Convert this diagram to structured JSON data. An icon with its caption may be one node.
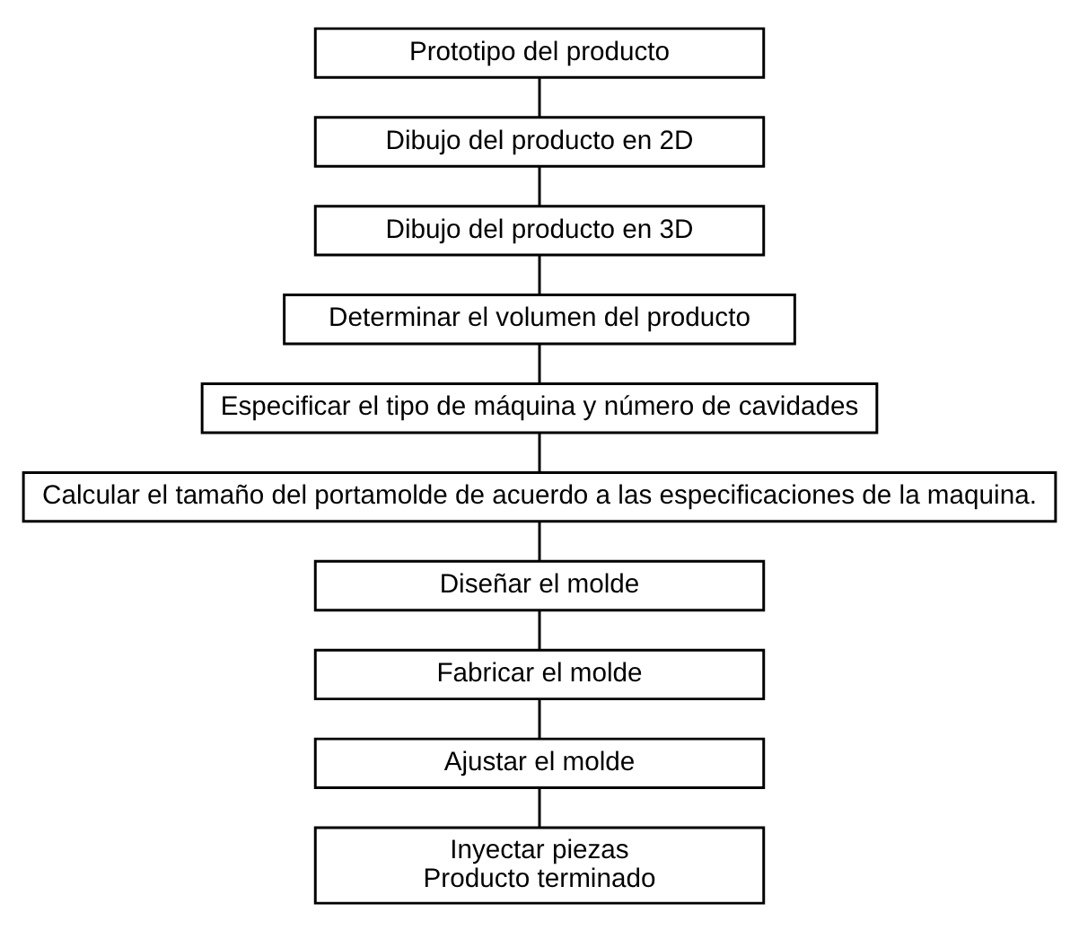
{
  "diagram": {
    "nodes": [
      {
        "text": [
          "Prototipo del producto"
        ]
      },
      {
        "text": [
          "Dibujo del producto en 2D"
        ]
      },
      {
        "text": [
          "Dibujo del producto en 3D"
        ]
      },
      {
        "text": [
          "Determinar el volumen del producto"
        ]
      },
      {
        "text": [
          "Especificar el tipo de máquina y número de cavidades"
        ]
      },
      {
        "text": [
          "Calcular el tamaño del portamolde de acuerdo a las especificaciones de la maquina."
        ]
      },
      {
        "text": [
          "Diseñar el molde"
        ]
      },
      {
        "text": [
          "Fabricar el molde"
        ]
      },
      {
        "text": [
          "Ajustar el molde"
        ]
      },
      {
        "text": [
          "Inyectar piezas",
          "Producto terminado"
        ]
      }
    ],
    "edges": [
      {
        "from": 0,
        "to": 1,
        "arrow": "none"
      },
      {
        "from": 1,
        "to": 2,
        "arrow": "none"
      },
      {
        "from": 2,
        "to": 3,
        "arrow": "none"
      },
      {
        "from": 3,
        "to": 4,
        "arrow": "none"
      },
      {
        "from": 4,
        "to": 5,
        "arrow": "none"
      },
      {
        "from": 5,
        "to": 6,
        "arrow": "none"
      },
      {
        "from": 6,
        "to": 7,
        "arrow": "none"
      },
      {
        "from": 7,
        "to": 8,
        "arrow": "none"
      },
      {
        "from": 8,
        "to": 9,
        "arrow": "none"
      }
    ]
  }
}
